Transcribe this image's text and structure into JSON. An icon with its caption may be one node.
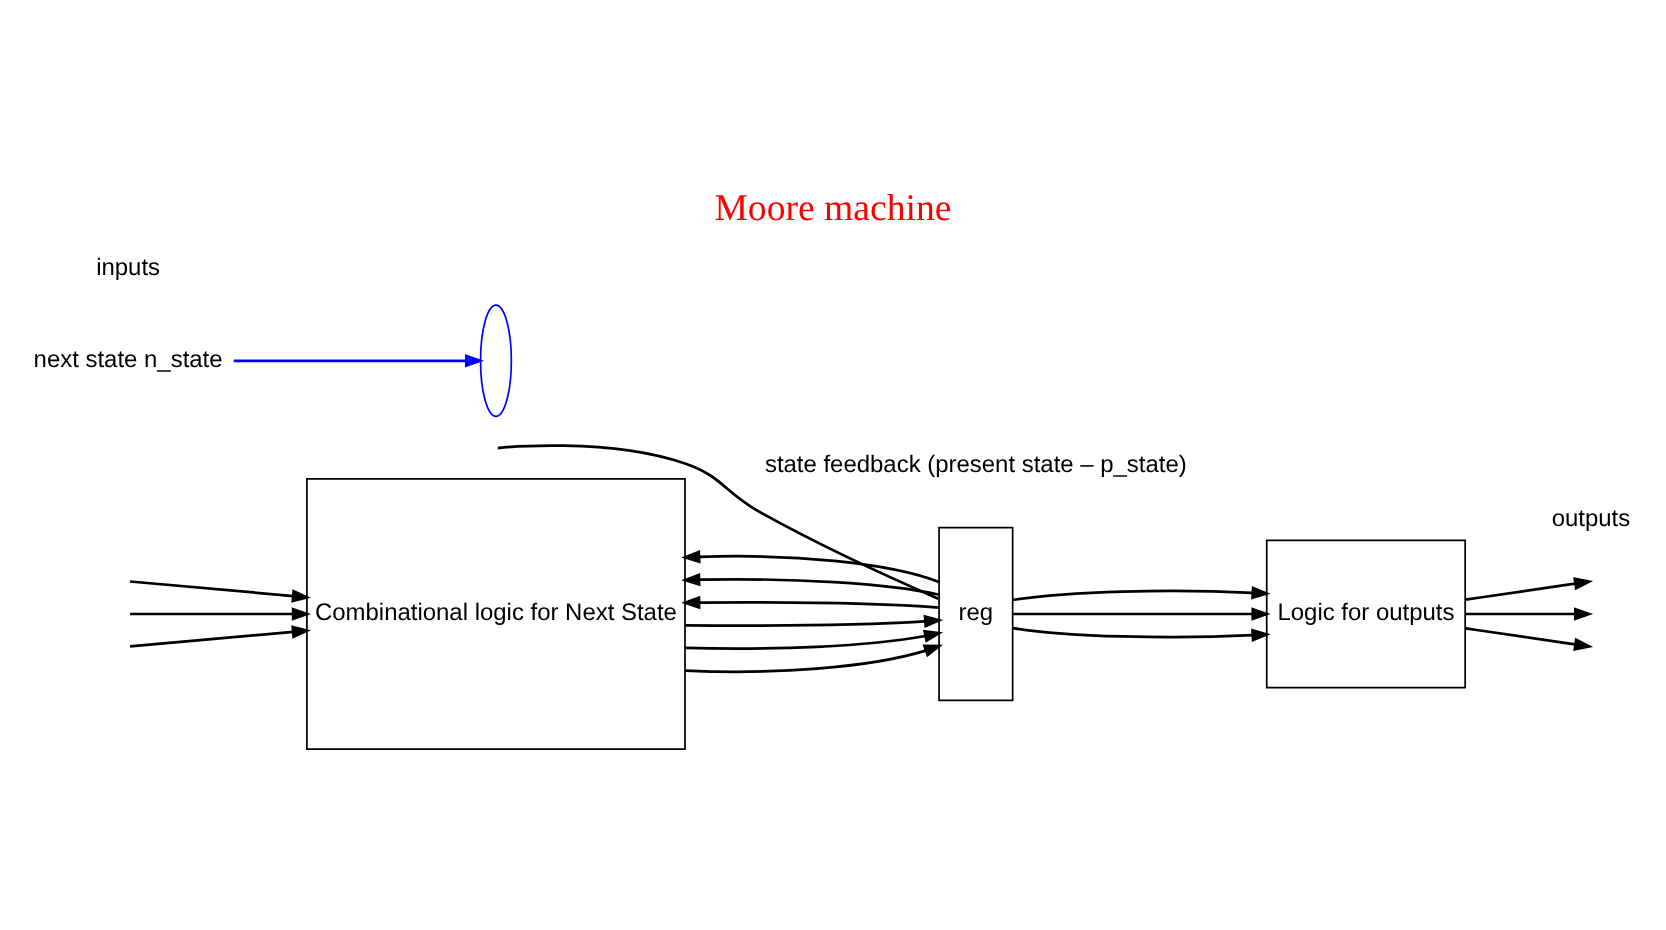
{
  "diagram": {
    "title": "Moore machine",
    "nodes": [
      {
        "text": [
          "Combinational logic for Next State"
        ]
      },
      {
        "text": [
          "reg"
        ]
      },
      {
        "text": [
          "Logic for outputs"
        ]
      },
      {
        "text": [
          "next state n_state"
        ]
      },
      {
        "text": [],
        "shape": "ellipse"
      }
    ],
    "edges": [
      {
        "from": null,
        "to": 0,
        "arrow": "to"
      },
      {
        "from": null,
        "to": 0,
        "arrow": "to"
      },
      {
        "from": null,
        "to": 0,
        "arrow": "to"
      },
      {
        "from": 0,
        "to": 1,
        "arrow": "to"
      },
      {
        "from": 0,
        "to": 1,
        "arrow": "to"
      },
      {
        "from": 0,
        "to": 1,
        "arrow": "to"
      },
      {
        "from": 1,
        "to": 2,
        "arrow": "to"
      },
      {
        "from": 1,
        "to": 2,
        "arrow": "to"
      },
      {
        "from": 1,
        "to": 2,
        "arrow": "to"
      },
      {
        "from": 1,
        "to": 0,
        "arrow": "to"
      },
      {
        "from": 1,
        "to": 0,
        "arrow": "to"
      },
      {
        "from": 1,
        "to": 0,
        "arrow": "to"
      },
      {
        "from": null,
        "to": 1,
        "arrow": "none"
      },
      {
        "from": 2,
        "to": null,
        "arrow": "to"
      },
      {
        "from": 2,
        "to": null,
        "arrow": "to"
      },
      {
        "from": 2,
        "to": null,
        "arrow": "to"
      },
      {
        "from": 3,
        "to": 4,
        "arrow": "to",
        "color": "#0000ff"
      }
    ],
    "labels": [
      "inputs",
      "outputs",
      "state feedback (present state – p_state)"
    ]
  }
}
